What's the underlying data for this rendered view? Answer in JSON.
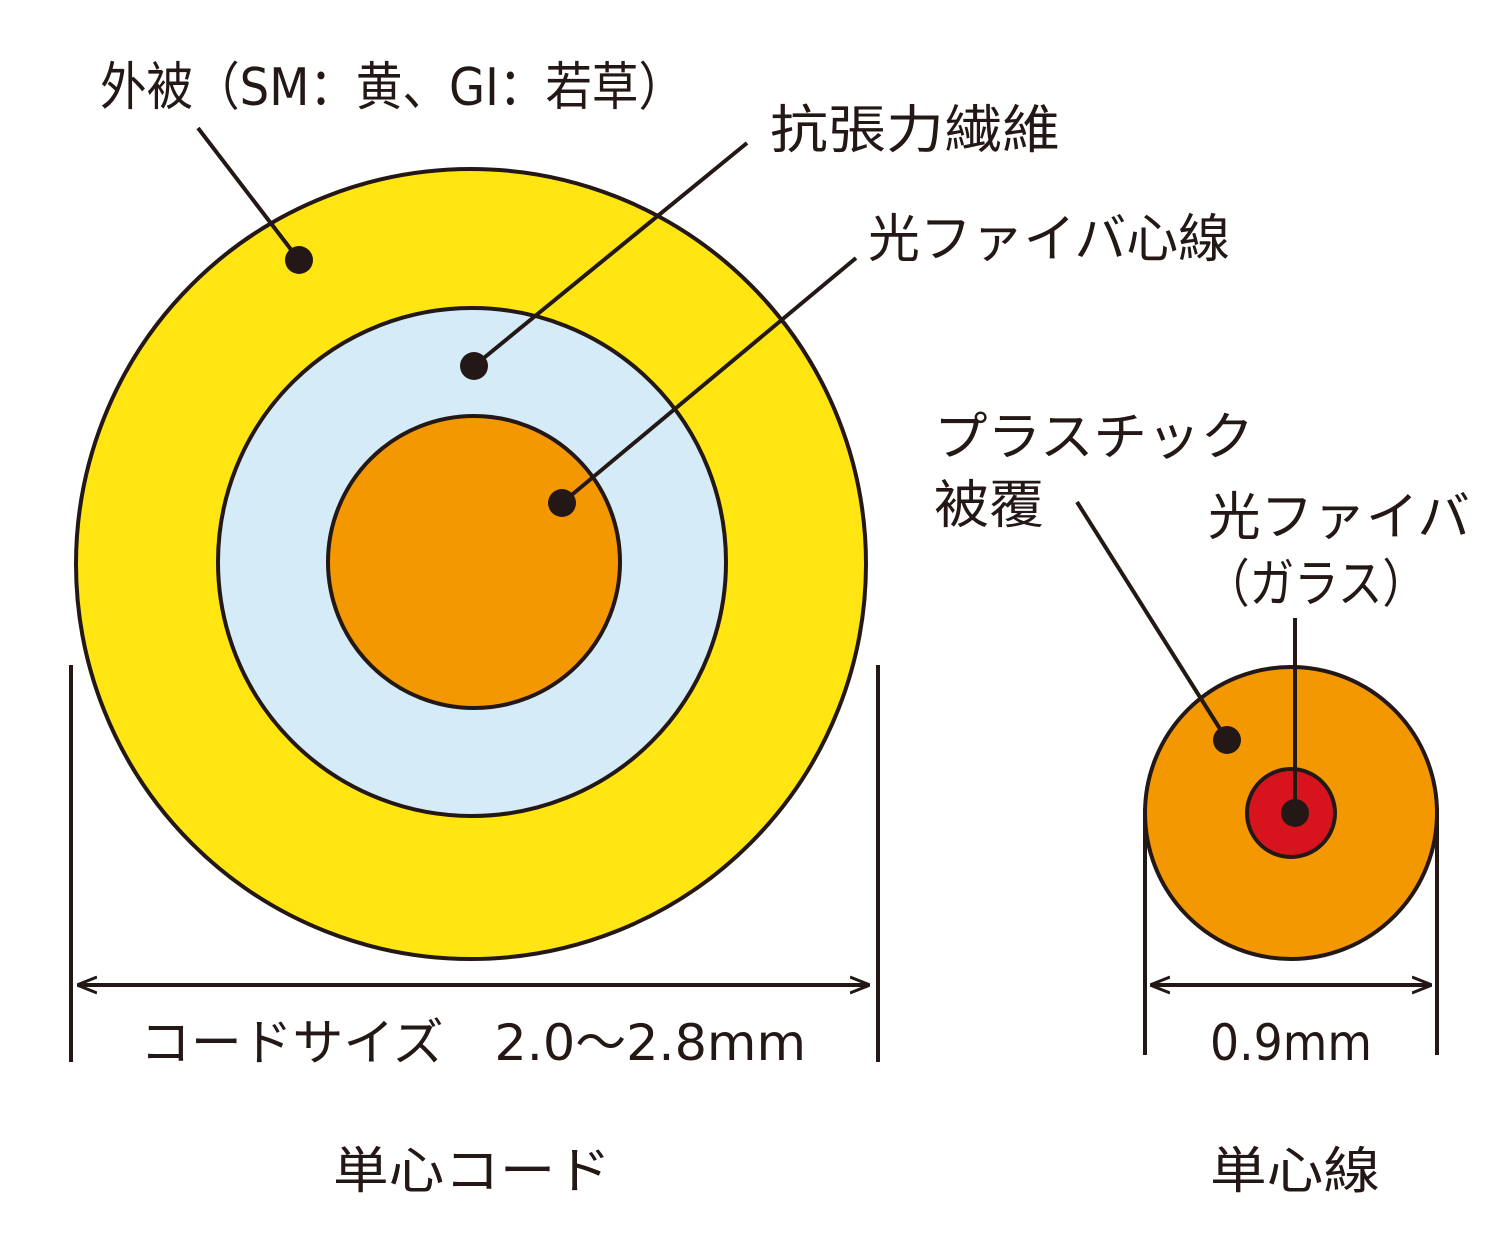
{
  "colors": {
    "outer_jacket": "#FFE511",
    "strength_member": "#D5EBF8",
    "fiber_core": "#F39800",
    "glass": "#D7141E",
    "line": "#231815",
    "background": "#FFFFFF"
  },
  "cord": {
    "label_jacket": "外被（SM：黄、GI：若草）",
    "label_aramid": "抗張力繊維",
    "label_fiber": "光ファイバ心線",
    "dimension": "コードサイズ　2.0～2.8mm",
    "caption": "単心コード"
  },
  "strand": {
    "label_coating_line1": "プラスチック",
    "label_coating_line2": "被覆",
    "label_glass_line1": "光ファイバ",
    "label_glass_line2": "（ガラス）",
    "dimension": "0.9mm",
    "caption": "単心線"
  }
}
